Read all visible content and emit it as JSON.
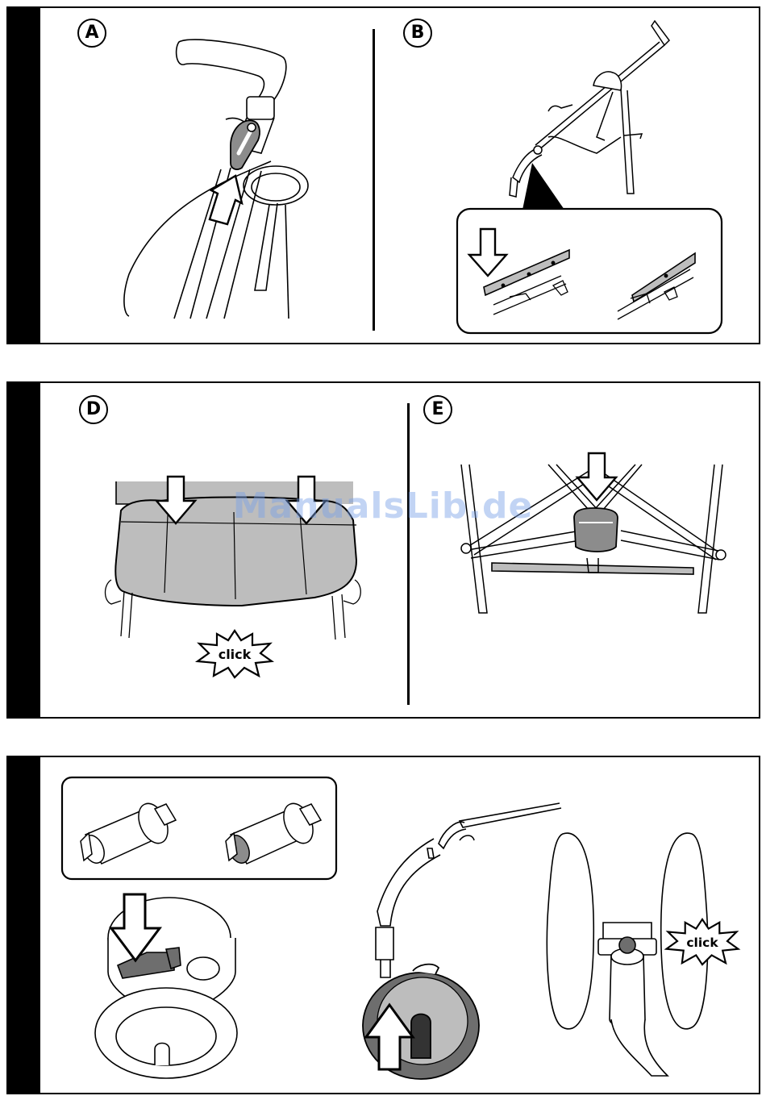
{
  "steps": {
    "a": "A",
    "b": "B",
    "d": "D",
    "e": "E"
  },
  "click_labels": {
    "d": "click",
    "f": "click"
  },
  "watermark": "ManualsLib.de",
  "colors": {
    "ink": "#000000",
    "fill_gray": "#bdbdbd",
    "dark_gray": "#6e6e6e",
    "watermark": "#78a0e6"
  },
  "icons": [
    "up-arrow-icon",
    "down-arrow-icon",
    "click-burst-icon"
  ]
}
